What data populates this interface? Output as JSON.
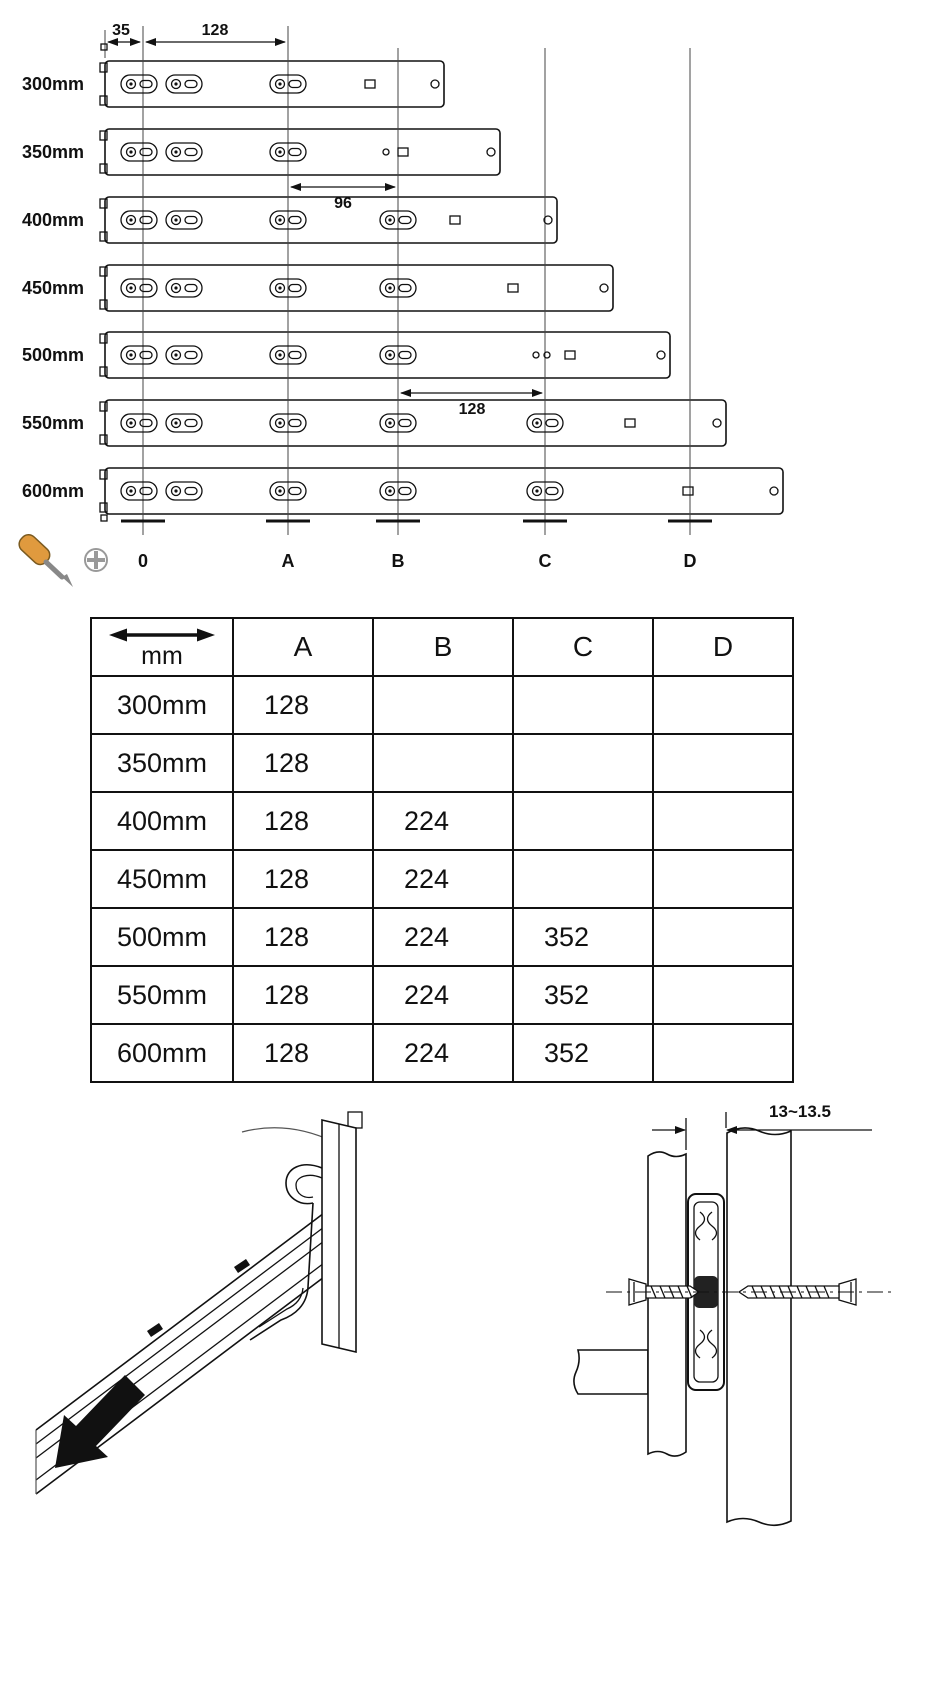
{
  "slides_diagram": {
    "lengths": [
      {
        "label": "300mm"
      },
      {
        "label": "350mm"
      },
      {
        "label": "400mm"
      },
      {
        "label": "450mm"
      },
      {
        "label": "500mm"
      },
      {
        "label": "550mm"
      },
      {
        "label": "600mm"
      }
    ],
    "dim_35": "35",
    "dim_128_top": "128",
    "dim_96": "96",
    "dim_128_mid": "128",
    "axis": {
      "zero": "0",
      "a": "A",
      "b": "B",
      "c": "C",
      "d": "D"
    },
    "icons": {
      "screwdriver": "screwdriver-icon",
      "phillips_screw": "phillips-screw-icon"
    }
  },
  "spacing_table": {
    "unit_header": "mm",
    "icons": {
      "width_arrow": "left-right-arrow-icon"
    },
    "columns": [
      "A",
      "B",
      "C",
      "D"
    ],
    "rows": [
      {
        "length": "300mm",
        "values": [
          "128",
          "",
          "",
          ""
        ]
      },
      {
        "length": "350mm",
        "values": [
          "128",
          "",
          "",
          ""
        ]
      },
      {
        "length": "400mm",
        "values": [
          "128",
          "224",
          "",
          ""
        ]
      },
      {
        "length": "450mm",
        "values": [
          "128",
          "224",
          "",
          ""
        ]
      },
      {
        "length": "500mm",
        "values": [
          "128",
          "224",
          "352",
          ""
        ]
      },
      {
        "length": "550mm",
        "values": [
          "128",
          "224",
          "352",
          ""
        ]
      },
      {
        "length": "600mm",
        "values": [
          "128",
          "224",
          "352",
          ""
        ]
      }
    ]
  },
  "mounting_detail": {
    "gap_dimension": "13~13.5"
  }
}
